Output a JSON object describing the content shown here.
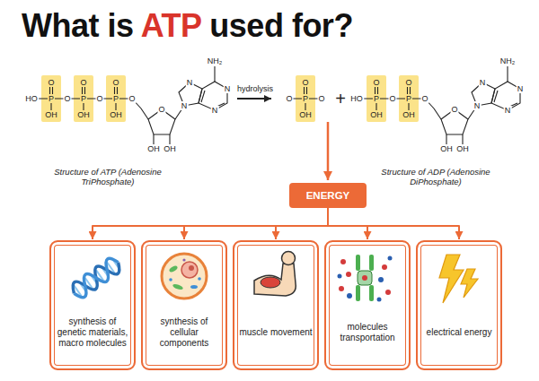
{
  "diagram": {
    "title": "What is ATP used for?",
    "nodes": [
      {
        "text": [
          "ENERGY"
        ]
      },
      {
        "text": [
          "synthesis of genetic materials, macro molecules"
        ]
      },
      {
        "text": [
          "synthesis of cellular components"
        ]
      },
      {
        "text": [
          "muscle movement"
        ]
      },
      {
        "text": [
          "molecules transportation"
        ]
      },
      {
        "text": [
          "electrical energy"
        ]
      }
    ],
    "edges": [
      {
        "from": 0,
        "to": 1,
        "arrow": "to"
      },
      {
        "from": 0,
        "to": 2,
        "arrow": "to"
      },
      {
        "from": 0,
        "to": 3,
        "arrow": "to"
      },
      {
        "from": 0,
        "to": 4,
        "arrow": "to"
      },
      {
        "from": 0,
        "to": 5,
        "arrow": "to"
      }
    ],
    "labels": [
      "HO",
      "P",
      "O",
      "P",
      "O",
      "P",
      "O",
      "O",
      "O",
      "O",
      "OH",
      "OH",
      "OH",
      "O",
      "OH",
      "OH",
      "NH₂",
      "N",
      "N",
      "N",
      "N",
      "Structure of ATP (Adenosine TriPhosphate)",
      "hydrolysis",
      "O",
      "P",
      "O",
      "O",
      "OH",
      "+",
      "HO",
      "P",
      "O",
      "P",
      "O",
      "O",
      "O",
      "OH",
      "OH",
      "O",
      "OH",
      "OH",
      "NH₂",
      "N",
      "N",
      "N",
      "N",
      "Structure of ADP (Adenosine DiPhosphate)"
    ]
  }
}
